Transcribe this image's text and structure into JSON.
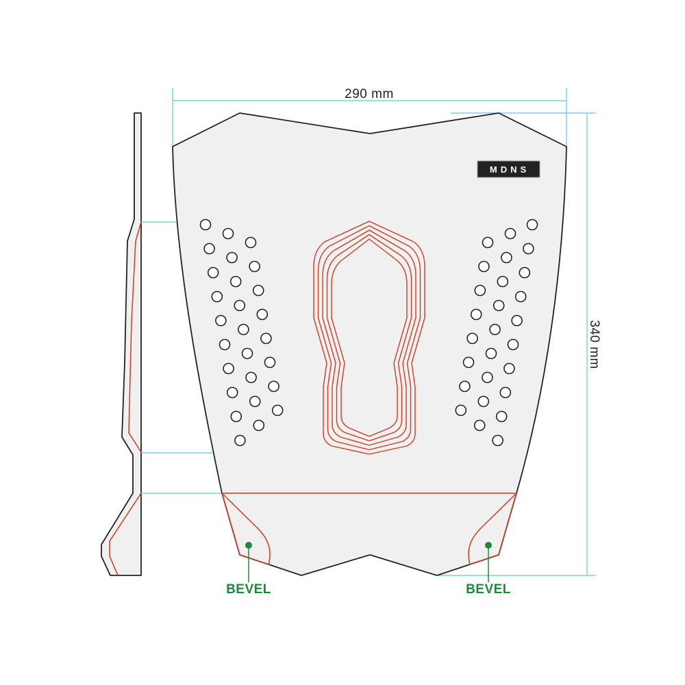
{
  "colors": {
    "outline": "#222222",
    "pad_fill": "#f0f0f0",
    "groove": "#d2391e",
    "dimension": "#5ec8e0",
    "bevel": "#1a8a3a",
    "logo_bg": "#222222",
    "logo_text": "#ffffff"
  },
  "dimensions": {
    "width_label": "290 mm",
    "height_label": "340 mm"
  },
  "logo": {
    "text": "MDNS"
  },
  "bevels": [
    {
      "label": "BEVEL"
    },
    {
      "label": "BEVEL"
    }
  ],
  "traction_holes": {
    "left_count": 27,
    "right_count": 27
  },
  "groove_rings": 5
}
